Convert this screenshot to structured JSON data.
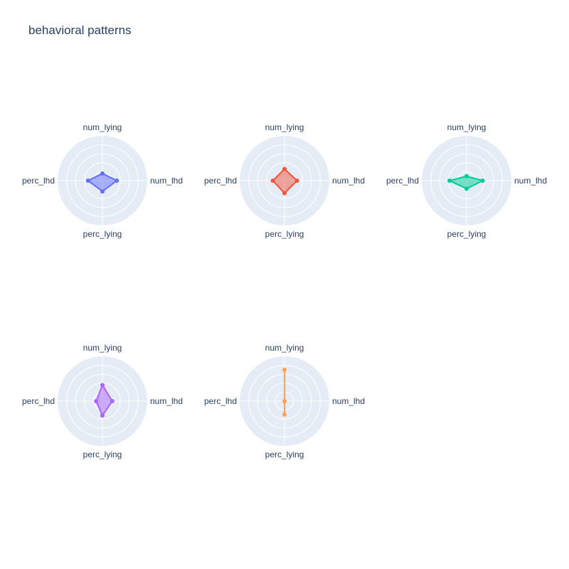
{
  "chart_data": {
    "type": "radar",
    "title": "behavioral patterns",
    "axes": [
      "num_lying",
      "num_lhd",
      "perc_lying",
      "perc_lhd"
    ],
    "radial_range": [
      0,
      5
    ],
    "grid": true,
    "background_color": "#e5ecf6",
    "subplots": [
      {
        "color": "#636efa",
        "values": [
          0.8,
          1.6,
          1.2,
          1.6
        ]
      },
      {
        "color": "#ef553b",
        "values": [
          1.3,
          1.4,
          1.4,
          1.3
        ]
      },
      {
        "color": "#00cc96",
        "values": [
          0.5,
          1.8,
          0.9,
          1.9
        ]
      },
      {
        "color": "#ab63fa",
        "values": [
          1.8,
          1.1,
          1.6,
          0.7
        ]
      },
      {
        "color": "#ffa15a",
        "values": [
          3.5,
          0.0,
          1.5,
          0.0
        ]
      }
    ]
  }
}
